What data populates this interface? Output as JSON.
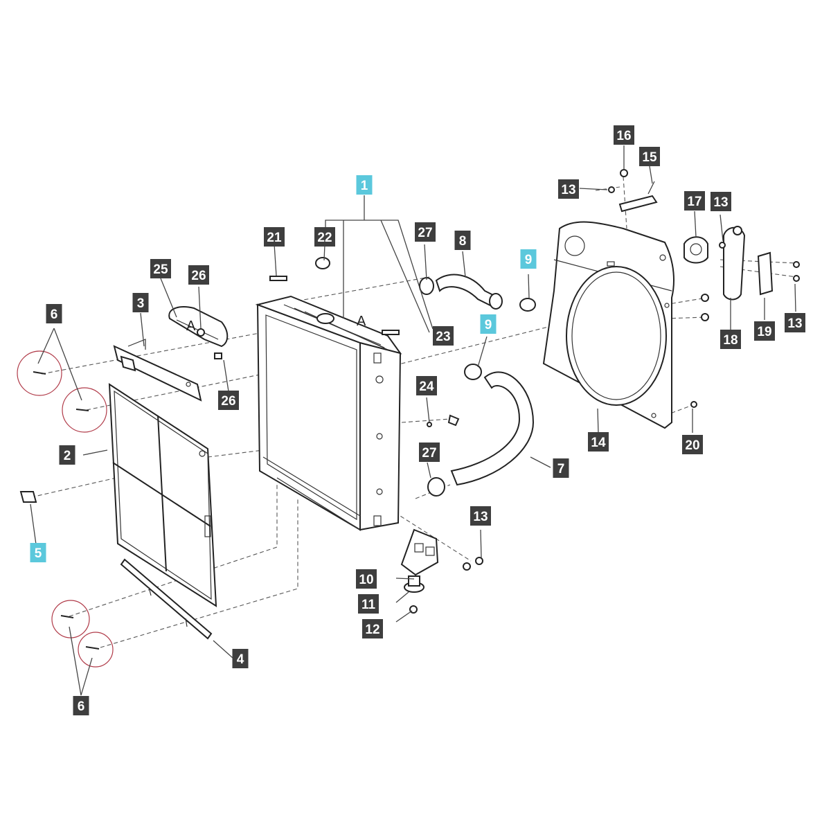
{
  "colors": {
    "callout_dark": "#3e3e3e",
    "callout_highlight": "#5bc8dc",
    "callout_text": "#ffffff",
    "line": "#444444",
    "screw_circle": "#b03a48"
  },
  "callouts": [
    {
      "label": "1",
      "highlight": true
    },
    {
      "label": "2",
      "highlight": false
    },
    {
      "label": "3",
      "highlight": false
    },
    {
      "label": "4",
      "highlight": false
    },
    {
      "label": "5",
      "highlight": true
    },
    {
      "label": "6",
      "highlight": false
    },
    {
      "label": "6",
      "highlight": false
    },
    {
      "label": "7",
      "highlight": false
    },
    {
      "label": "8",
      "highlight": false
    },
    {
      "label": "9",
      "highlight": true
    },
    {
      "label": "9",
      "highlight": true
    },
    {
      "label": "10",
      "highlight": false
    },
    {
      "label": "11",
      "highlight": false
    },
    {
      "label": "12",
      "highlight": false
    },
    {
      "label": "13",
      "highlight": false
    },
    {
      "label": "13",
      "highlight": false
    },
    {
      "label": "13",
      "highlight": false
    },
    {
      "label": "13",
      "highlight": false
    },
    {
      "label": "14",
      "highlight": false
    },
    {
      "label": "15",
      "highlight": false
    },
    {
      "label": "16",
      "highlight": false
    },
    {
      "label": "17",
      "highlight": false
    },
    {
      "label": "18",
      "highlight": false
    },
    {
      "label": "19",
      "highlight": false
    },
    {
      "label": "20",
      "highlight": false
    },
    {
      "label": "21",
      "highlight": false
    },
    {
      "label": "22",
      "highlight": false
    },
    {
      "label": "23",
      "highlight": false
    },
    {
      "label": "24",
      "highlight": false
    },
    {
      "label": "25",
      "highlight": false
    },
    {
      "label": "26",
      "highlight": false
    },
    {
      "label": "26",
      "highlight": false
    },
    {
      "label": "27",
      "highlight": false
    },
    {
      "label": "27",
      "highlight": false
    }
  ],
  "reference_marks": {
    "a1": "A",
    "a2": "A"
  }
}
